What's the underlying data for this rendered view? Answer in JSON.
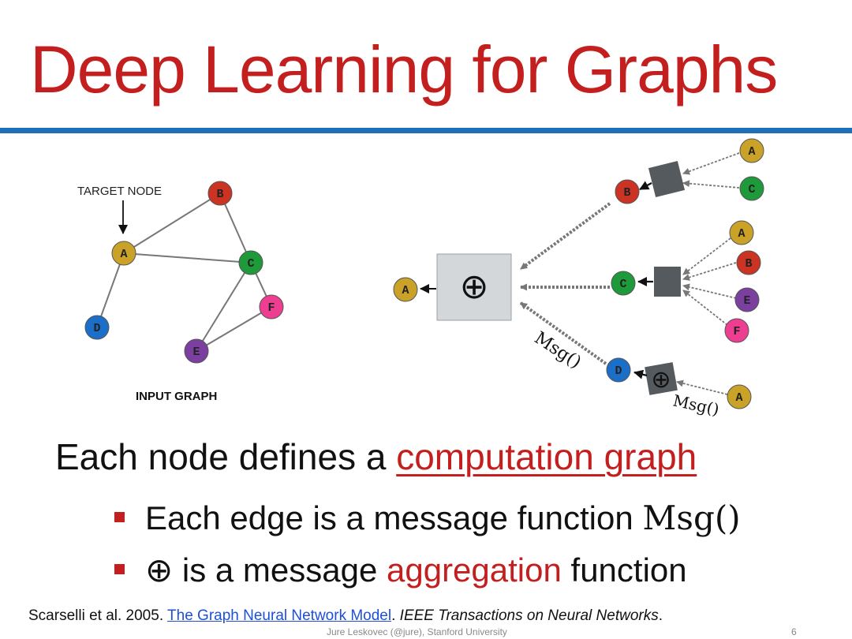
{
  "title": "Deep Learning for Graphs",
  "diagram": {
    "target_label": "TARGET NODE",
    "input_label": "INPUT GRAPH",
    "aggregator_symbol": "⊕",
    "msg_label": "Msg()",
    "node_colors": {
      "A": "#c9a227",
      "B": "#cc3322",
      "C": "#1f9a3a",
      "D": "#1c6fc8",
      "E": "#7b3fa0",
      "F": "#ee3e92"
    },
    "input_nodes": [
      {
        "id": "A",
        "label": "A"
      },
      {
        "id": "B",
        "label": "B"
      },
      {
        "id": "C",
        "label": "C"
      },
      {
        "id": "D",
        "label": "D"
      },
      {
        "id": "E",
        "label": "E"
      },
      {
        "id": "F",
        "label": "F"
      }
    ],
    "input_edges": [
      [
        "A",
        "B"
      ],
      [
        "A",
        "C"
      ],
      [
        "A",
        "D"
      ],
      [
        "B",
        "C"
      ],
      [
        "C",
        "E"
      ],
      [
        "C",
        "F"
      ],
      [
        "E",
        "F"
      ]
    ],
    "computation_nodes": {
      "root": "A",
      "level1": [
        "B",
        "C",
        "D"
      ],
      "level2": {
        "B": [
          "A",
          "C"
        ],
        "C": [
          "A",
          "B",
          "E",
          "F"
        ],
        "D": [
          "A"
        ]
      }
    }
  },
  "main_text": {
    "prefix": "Each node defines a ",
    "highlight": "computation graph"
  },
  "bullets": [
    {
      "text": "Each edge is a message function ",
      "serif": "Msg()"
    },
    {
      "symbol": "⊕",
      "text1": " is a message ",
      "red": "aggregation",
      "text2": " function"
    }
  ],
  "reference": {
    "authors": "Scarselli et al. 2005. ",
    "link": "The Graph Neural Network Model",
    "sep": ". ",
    "journal": "IEEE Transactions on Neural Networks",
    "end": "."
  },
  "footer": "Jure Leskovec (@jure), Stanford University",
  "page_number": "6"
}
